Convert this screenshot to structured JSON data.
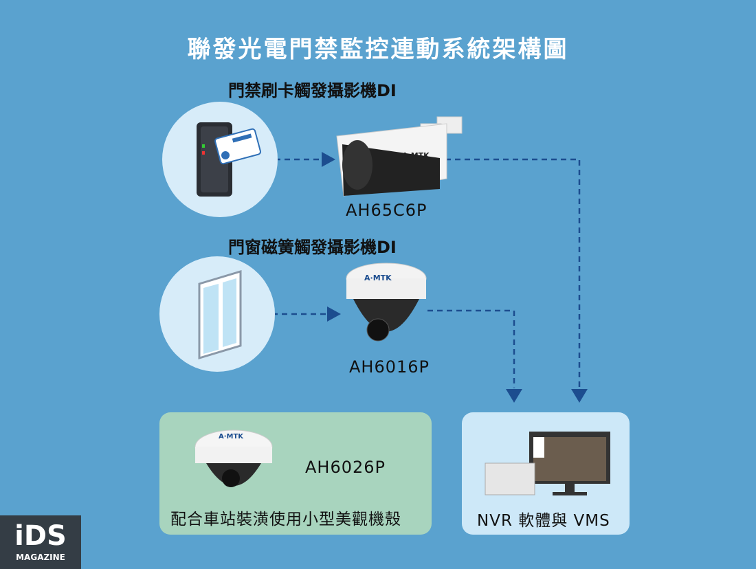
{
  "title": "聯發光電門禁監控連動系統架構圖",
  "rows": [
    {
      "label": "門禁刷卡觸發攝影機DI",
      "source": "card-reader",
      "camera_model": "AH65C6P"
    },
    {
      "label": "門窗磁簧觸發攝影機DI",
      "source": "door-window",
      "camera_model": "AH6016P"
    }
  ],
  "compact_box": {
    "model": "AH6026P",
    "caption": "配合車站裝潢使用小型美觀機殼"
  },
  "nvr_box": {
    "caption": "NVR 軟體與 VMS"
  },
  "camera_brand": "A·MTK",
  "logo": {
    "main": "iDS",
    "sub": "MAGAZINE"
  },
  "colors": {
    "background": "#5aa2cf",
    "circle": "#d7ecf9",
    "green_box": "#a8d4be",
    "nvr_box": "#cde8f8",
    "arrow": "#1c4d8f"
  }
}
